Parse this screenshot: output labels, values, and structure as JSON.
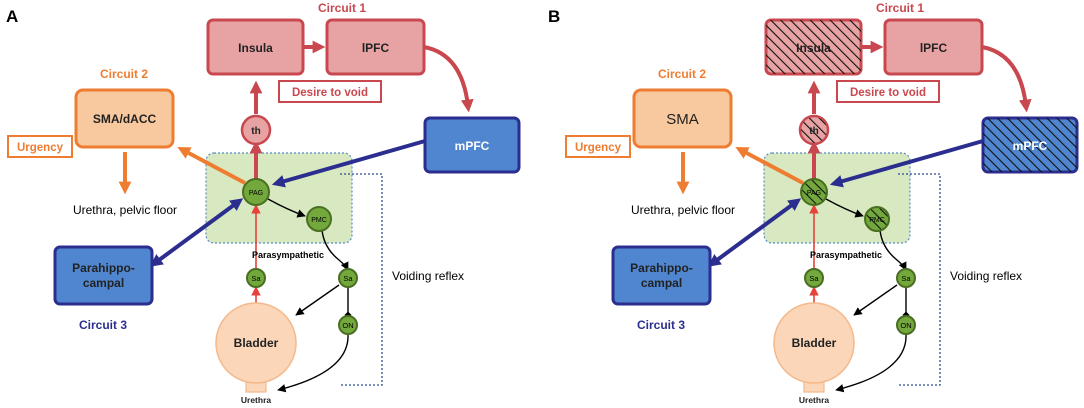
{
  "panels": [
    {
      "letter": "A",
      "insula": "Insula",
      "ipfc": "lPFC",
      "smadacc": "SMA/dACC",
      "mpfc": "mPFC",
      "parahippo_line1": "Parahippo-",
      "parahippo_line2": "campal",
      "bladder": "Bladder",
      "urethra": "Urethra",
      "th": "th",
      "pag": "PAG",
      "pmc": "PMC",
      "sa_left": "Sa",
      "sa_right": "Sa",
      "on": "ON",
      "circuit1": "Circuit 1",
      "circuit2": "Circuit 2",
      "circuit3": "Circuit 3",
      "desire": "Desire to void",
      "urgency": "Urgency",
      "urethra_pelvic": "Urethra, pelvic floor",
      "parasympathetic": "Parasympathetic",
      "voiding_reflex": "Voiding reflex"
    },
    {
      "letter": "B",
      "insula": "Insula",
      "ipfc": "lPFC",
      "smadacc": "SMA",
      "mpfc": "mPFC",
      "parahippo_line1": "Parahippo-",
      "parahippo_line2": "campal",
      "bladder": "Bladder",
      "urethra": "Urethra",
      "th": "th",
      "pag": "PAG",
      "pmc": "PMC",
      "sa_left": "Sa",
      "sa_right": "Sa",
      "on": "ON",
      "circuit1": "Circuit 1",
      "circuit2": "Circuit 2",
      "circuit3": "Circuit 3",
      "desire": "Desire to void",
      "urgency": "Urgency",
      "urethra_pelvic": "Urethra, pelvic floor",
      "parasympathetic": "Parasympathetic",
      "voiding_reflex": "Voiding reflex"
    }
  ],
  "hatched_in_panel_b": [
    "insula",
    "mpfc",
    "th",
    "pag",
    "pmc"
  ],
  "colors": {
    "circuit1_stroke": "#c9484f",
    "circuit1_fill": "#e7a2a3",
    "circuit2_stroke": "#ee7d31",
    "circuit2_fill": "#f8c89e",
    "circuit3_stroke": "#2b2e8f",
    "circuit3_fill": "#4f86cf",
    "nucleus_fill": "#72a83c",
    "nucleus_stroke": "#4a6e22",
    "brainstem_box": "#d8e9c1",
    "bladder_fill": "#fbd6b8",
    "afferent": "#e6423a"
  }
}
